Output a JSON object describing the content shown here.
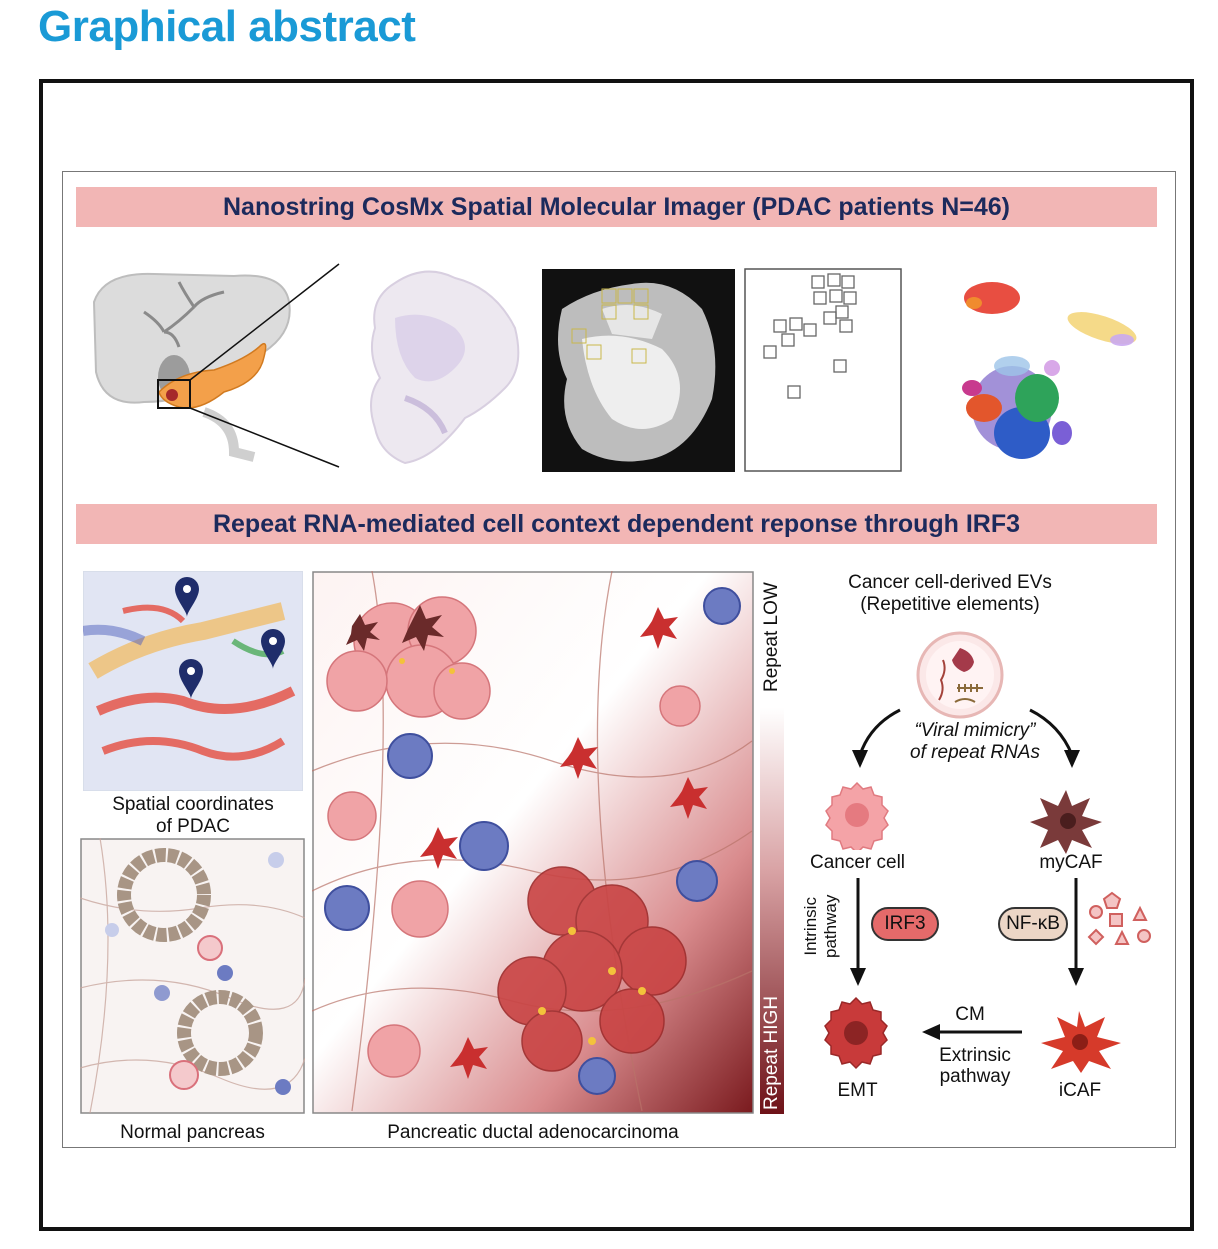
{
  "header": {
    "title": "Graphical abstract"
  },
  "banners": {
    "top": "Nanostring CosMx Spatial Molecular Imager (PDAC patients N=46)",
    "middle": "Repeat RNA-mediated cell context dependent reponse through IRF3"
  },
  "panels": {
    "spatial_label": "Spatial coordinates\nof PDAC",
    "normal_label": "Normal pancreas",
    "pdac_label": "Pancreatic ductal adenocarcinoma",
    "gradient_low": "Repeat LOW",
    "gradient_high": "Repeat HIGH"
  },
  "mechanism": {
    "ev_title": "Cancer cell-derived EVs\n(Repetitive elements)",
    "viral_mimicry": "“Viral mimicry”\nof repeat RNAs",
    "cancer_cell": "Cancer cell",
    "mycaf": "myCAF",
    "intrinsic": "Intrinsic\npathway",
    "irf3": "IRF3",
    "nfkb": "NF-κB",
    "emt": "EMT",
    "icaf": "iCAF",
    "cm": "CM",
    "extrinsic": "Extrinsic\npathway"
  },
  "colors": {
    "title_blue": "#1a9ad6",
    "banner_pink": "#f2b6b5",
    "banner_text": "#1c2a5c",
    "gradient_dark": "#6e1218",
    "irf3_fill": "#e46a6a",
    "nfkb_fill": "#ecd6c6"
  }
}
